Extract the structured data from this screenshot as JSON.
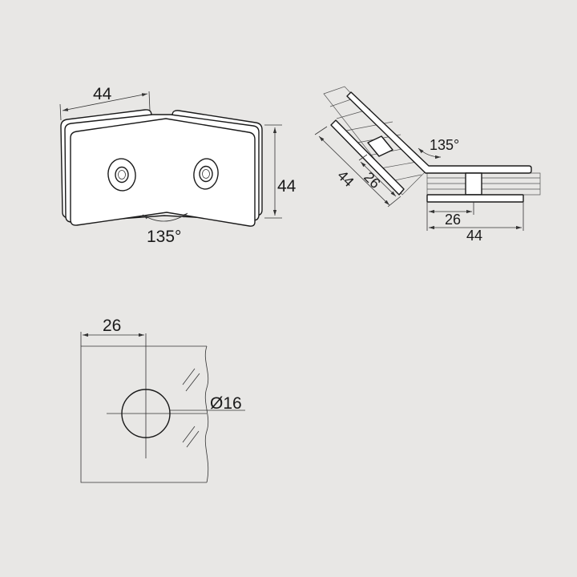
{
  "colors": {
    "background": "#e8e7e5",
    "line": "#1a1a1a",
    "fill": "#ffffff"
  },
  "front_view": {
    "width_label": "44",
    "height_label": "44",
    "angle_label": "135°"
  },
  "side_view": {
    "angle_label": "135°",
    "diag_outer_label": "44",
    "diag_inner_label": "26",
    "bottom_inner_label": "26",
    "bottom_outer_label": "44"
  },
  "glass_view": {
    "offset_label": "26",
    "hole_label": "Ø16"
  }
}
